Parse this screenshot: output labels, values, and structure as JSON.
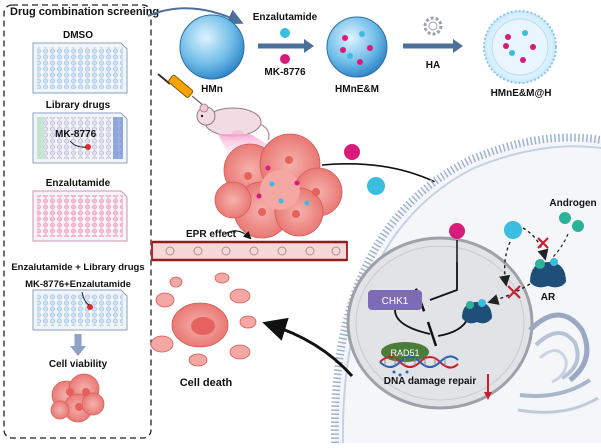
{
  "screening": {
    "title": "Drug combination screening",
    "dmso": "DMSO",
    "library": "Library drugs",
    "mk_label": "MK-8776",
    "enzalutamide": "Enzalutamide",
    "combo": "Enzalutamide + Library drugs",
    "combo_hit": "MK-8776+Enzalutamide",
    "viability": "Cell viability"
  },
  "synthesis": {
    "hmn": "HMn",
    "enzalutamide": "Enzalutamide",
    "mk8776": "MK-8776",
    "hmne_m": "HMnE&M",
    "ha": "HA",
    "hmne_m_h": "HMnE&M@H"
  },
  "tumor": {
    "epr": "EPR effect"
  },
  "cell": {
    "androgen": "Androgen",
    "ar": "AR",
    "chk1": "CHK1",
    "rad51": "RAD51",
    "dna_repair": "DNA damage repair",
    "cell_death": "Cell death"
  },
  "colors": {
    "enzalutamide": "#3bbde0",
    "mk8776": "#d81b7a",
    "androgen": "#2bb39a",
    "ar": "#1f4e79",
    "chk1": "#7e6bb5",
    "rad51": "#4a7d3a",
    "tumor": "#f08a86",
    "nucleus": "#e2e3e7"
  }
}
